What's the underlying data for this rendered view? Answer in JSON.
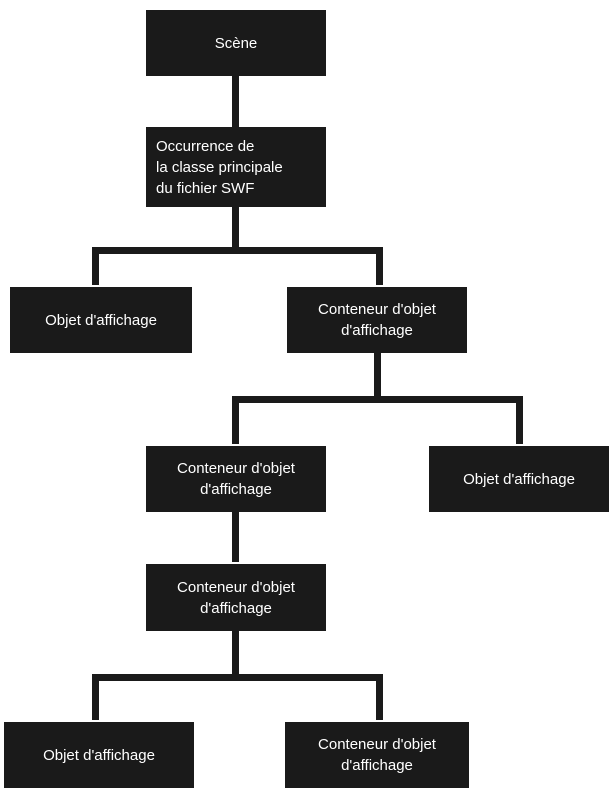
{
  "diagram": {
    "nodes": {
      "scene": "Scène",
      "main_class": "Occurrence de\nla classe principale\ndu fichier SWF",
      "display_object_1": "Objet d'affichage",
      "container_1": "Conteneur d'objet\nd'affichage",
      "container_2": "Conteneur d'objet\nd'affichage",
      "display_object_2": "Objet d'affichage",
      "container_3": "Conteneur d'objet\nd'affichage",
      "display_object_3": "Objet d'affichage",
      "container_4": "Conteneur d'objet\nd'affichage"
    }
  },
  "colors": {
    "node_fill": "#1a1a1a",
    "node_text": "#ffffff",
    "connector": "#1a1a1a",
    "background": "#ffffff"
  }
}
